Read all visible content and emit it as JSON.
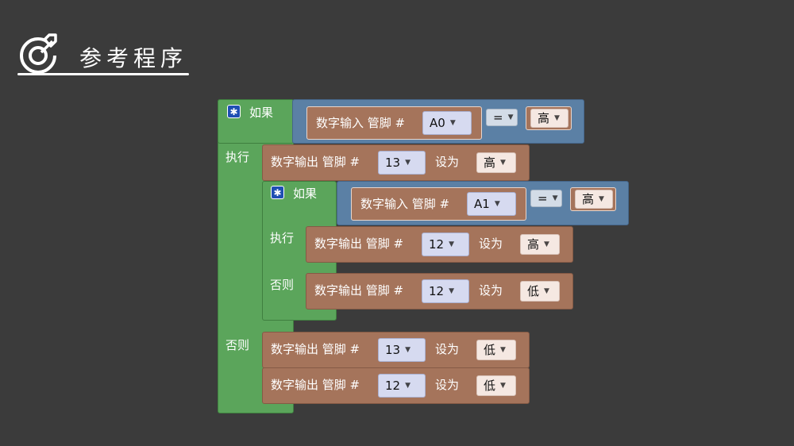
{
  "header": {
    "title": "参考程序",
    "icon": "target-rocket-icon"
  },
  "labels": {
    "if": "如果",
    "then": "执行",
    "else": "否则",
    "digital_read": "数字输入 管脚 #",
    "digital_write": "数字输出 管脚 #",
    "set_to": "设为",
    "equals": "="
  },
  "values": {
    "outer_read_pin": "A0",
    "outer_level": "高",
    "then_pin": "13",
    "then_level": "高",
    "inner_read_pin": "A1",
    "inner_level": "高",
    "inner_then_pin": "12",
    "inner_then_level": "高",
    "inner_else_pin": "12",
    "inner_else_level": "低",
    "else1_pin": "13",
    "else1_level": "低",
    "else2_pin": "12",
    "else2_level": "低"
  },
  "colors": {
    "background": "#3b3b3b",
    "control_block": "#5ba55b",
    "logic_block": "#5b80a5",
    "io_block": "#a5745b"
  }
}
